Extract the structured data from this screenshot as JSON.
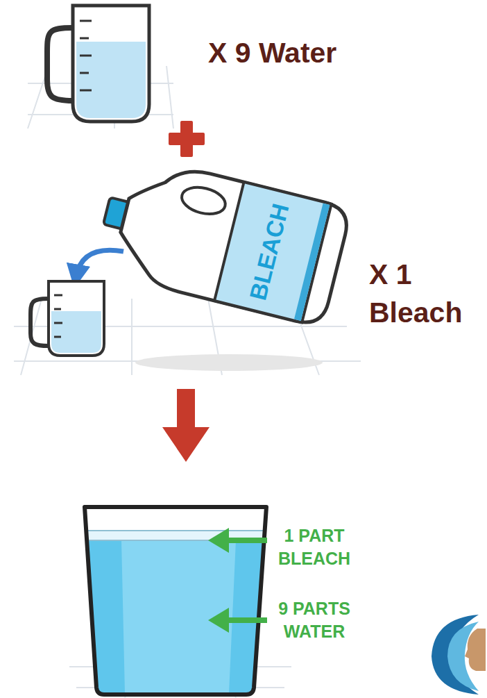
{
  "diagram": {
    "labels": [
      "X 9 Water",
      "BLEACH",
      "X 1 Bleach",
      "1 PART BLEACH",
      "9 PARTS WATER"
    ]
  }
}
